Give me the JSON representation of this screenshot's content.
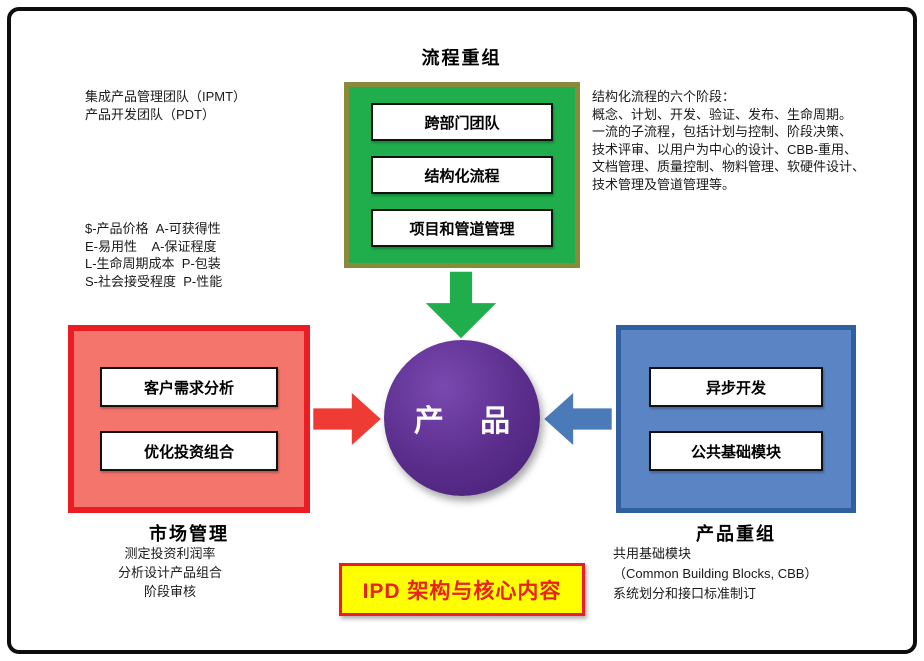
{
  "colors": {
    "process_green": "#1fae4b",
    "process_border_olive": "#8a8b3a",
    "market_border_red": "#ec1c24",
    "market_fill_red": "#f4756b",
    "market_arrow_red": "#ee3b33",
    "product_fill_blue": "#5b84c4",
    "product_border_blue": "#2f5f9e",
    "product_arrow_blue": "#4a7ab8",
    "circle_purple": "#5a2d8c",
    "banner_yellow": "#ffff00",
    "banner_text_red": "#e8221c"
  },
  "process": {
    "title": "流程重组",
    "items": [
      "跨部门团队",
      "结构化流程",
      "项目和管道管理"
    ]
  },
  "market": {
    "title": "市场管理",
    "items": [
      "客户需求分析",
      "优化投资组合"
    ]
  },
  "product": {
    "title": "产品重组",
    "items": [
      "异步开发",
      "公共基础模块"
    ]
  },
  "center": {
    "label": "产 品"
  },
  "notes": {
    "top_left": "集成产品管理团队（IPMT）\n产品开发团队（PDT）",
    "stages_right": "结构化流程的六个阶段：\n概念、计划、开发、验证、发布、生命周期。\n一流的子流程，包括计划与控制、阶段决策、\n技术评审、以用户为中心的设计、CBB-重用、\n文档管理、质量控制、物料管理、软硬件设计、\n技术管理及管道管理等。",
    "attributes_left": "$-产品价格  A-可获得性\nE-易用性    A-保证程度\nL-生命周期成本  P-包装\nS-社会接受程度  P-性能",
    "market_bottom": "测定投资利润率\n分析设计产品组合\n阶段审核",
    "product_bottom": "共用基础模块\n（Common Building Blocks, CBB）\n系统划分和接口标准制订"
  },
  "banner": {
    "label": "IPD 架构与核心内容"
  }
}
